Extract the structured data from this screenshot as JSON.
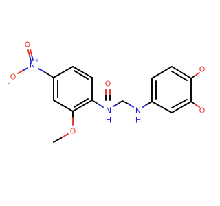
{
  "colors": {
    "carbon_bond": "#000000",
    "oxygen": "#e8342b",
    "nitrogen": "#2020d0",
    "background": "#ffffff"
  },
  "atoms": {
    "nitro_n": {
      "symbol": "N",
      "charge": "+"
    },
    "nitro_o_top": {
      "symbol": "O"
    },
    "nitro_o_minus": {
      "symbol": "O",
      "charge": "-"
    },
    "methoxy_o": {
      "symbol": "O"
    },
    "urea_o": {
      "symbol": "O"
    },
    "nh_left": {
      "symbol": "N",
      "h": "H"
    },
    "nh_right": {
      "symbol": "N",
      "h": "H"
    },
    "dioxane_o_top": {
      "symbol": "O"
    },
    "dioxane_o_bottom": {
      "symbol": "O"
    }
  }
}
